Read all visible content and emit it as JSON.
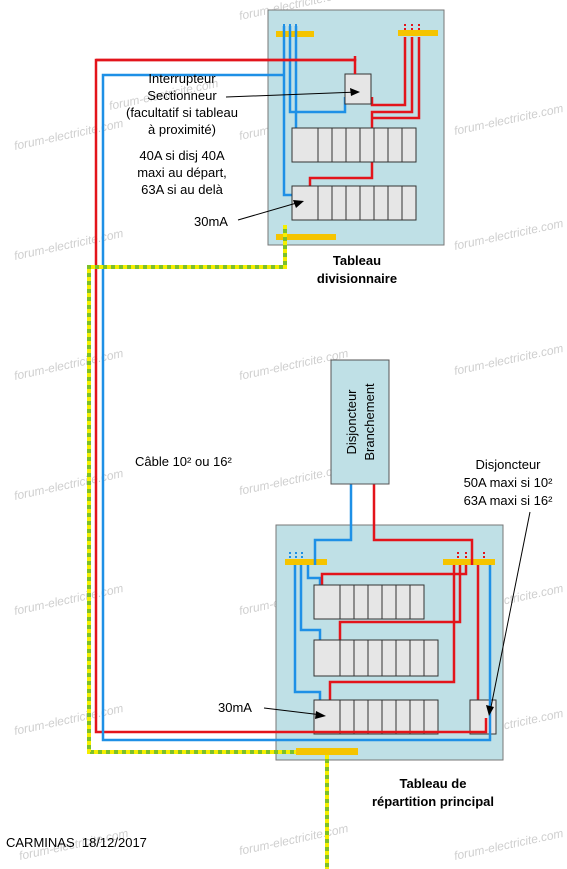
{
  "watermark": "forum-electricite.com",
  "labels": {
    "switch_lines": [
      "Interrupteur",
      "Sectionneur",
      "(facultatif si tableau",
      "à proximité)",
      "40A si disj 40A",
      "maxi au départ,",
      "63A si au delà"
    ],
    "rcd_top": "30mA",
    "panel_top_lines": [
      "Tableau",
      "divisionnaire"
    ],
    "breaker_box_lines": [
      "Disjoncteur",
      "Branchement"
    ],
    "cable": "Câble 10² ou 16²",
    "breaker_note_lines": [
      "Disjoncteur",
      "50A maxi si 10²",
      "63A maxi si 16²"
    ],
    "rcd_bottom": "30mA",
    "panel_bottom_lines": [
      "Tableau de",
      "répartition principal"
    ],
    "author": "CARMINAS  18/12/2017"
  },
  "colors": {
    "panel_fill": "#bfe0e6",
    "phase": "#e3141b",
    "neutral": "#1e90e6",
    "earth": "#f5c400",
    "earth_stripe": "#7bc02b",
    "breaker_fill": "#e6e6e6"
  }
}
